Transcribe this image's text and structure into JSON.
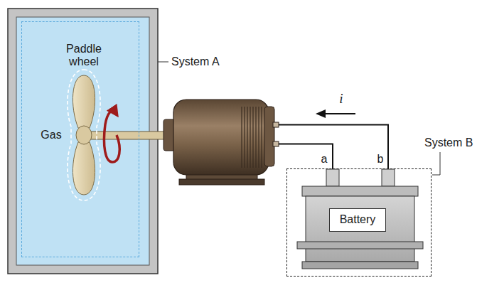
{
  "diagram": {
    "nodes": [
      {
        "text": [
          "System A"
        ]
      },
      {
        "text": [
          "System B"
        ]
      },
      {
        "text": [
          "Battery"
        ],
        "in": 1
      }
    ],
    "labels": [
      "Paddle wheel",
      "Gas",
      "i",
      "a",
      "b"
    ]
  }
}
